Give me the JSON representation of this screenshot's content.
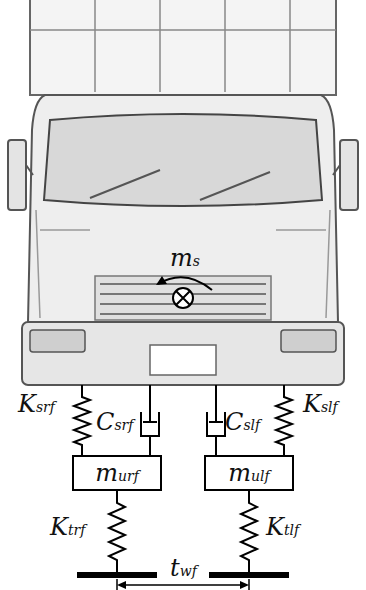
{
  "diagram": {
    "nodes": [
      {
        "text": [
          "murf"
        ]
      },
      {
        "text": [
          "mulf"
        ]
      }
    ],
    "labels": [
      "ms",
      "Ksrf",
      "Csrf",
      "Cslf",
      "Kslf",
      "Ktrf",
      "Ktlf",
      "twf"
    ]
  }
}
